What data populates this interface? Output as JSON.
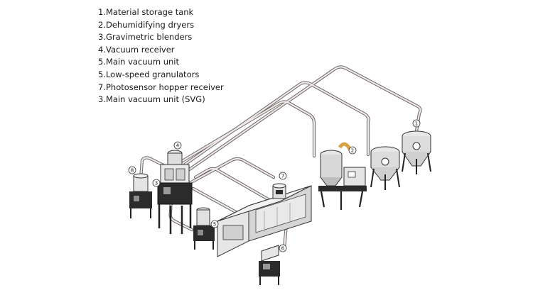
{
  "legend": {
    "items": [
      "1.Material storage tank",
      "2.Dehumidifying dryers",
      "3.Gravimetric blenders",
      "4.Vacuum receiver",
      "5.Main vacuum unit",
      "5.Low-speed granulators",
      "7.Photosensor hopper receiver",
      "3.Main vacuum unit (SVG)"
    ]
  },
  "callouts": {
    "c1": "1",
    "c2": "2",
    "c3": "3",
    "c4": "4",
    "c5": "5",
    "c6": "6",
    "c7": "7",
    "c8": "8"
  },
  "colors": {
    "pipe": "#c9a6a6",
    "pipe_outline": "#555555",
    "machine_light": "#ececec",
    "machine_dark": "#2b2b2b",
    "flex_hose": "#d9a34a",
    "text": "#1a1a1a"
  }
}
